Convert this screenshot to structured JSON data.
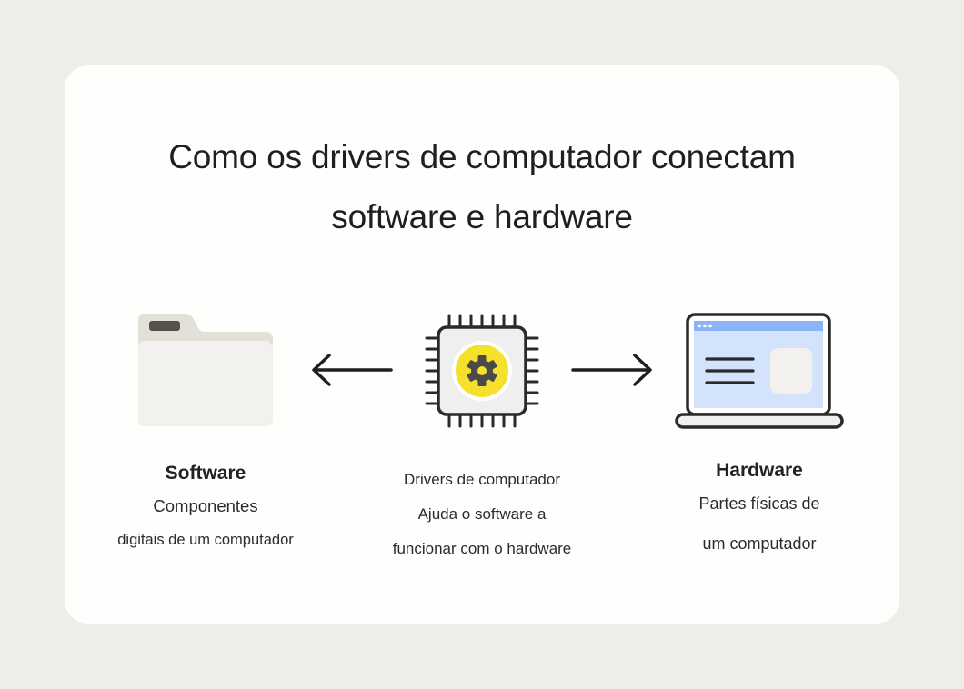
{
  "colors": {
    "page_background": "#eeedea",
    "card_background": "#fefefc",
    "text": "#1f1f1f",
    "folder_tab": "#e3e0d8",
    "folder_body": "#f3f1ed",
    "folder_label": "#55524a",
    "chip_body": "#efefef",
    "chip_outline": "#2a2a2a",
    "chip_accent": "#f5e12b",
    "gear": "#4a4a48",
    "laptop_screen": "#d3e3fc",
    "laptop_titlebar": "#8ab4f8",
    "laptop_widget": "#f3f1ed",
    "laptop_base": "#efefef"
  },
  "title": {
    "line1": "Como os drivers de computador conectam",
    "line2": "software e hardware"
  },
  "diagram": {
    "software": {
      "icon": "folder-icon",
      "heading": "Software",
      "line1": "Componentes",
      "line2": "digitais de um computador"
    },
    "drivers": {
      "icon": "chip-gear-icon",
      "line1": "Drivers de computador",
      "line2": "Ajuda o software a",
      "line3": "funcionar com o hardware"
    },
    "hardware": {
      "icon": "laptop-icon",
      "heading": "Hardware",
      "line1": "Partes físicas de",
      "line2": "um computador"
    },
    "arrows": [
      {
        "from": "drivers",
        "to": "software",
        "direction": "left"
      },
      {
        "from": "drivers",
        "to": "hardware",
        "direction": "right"
      }
    ]
  }
}
